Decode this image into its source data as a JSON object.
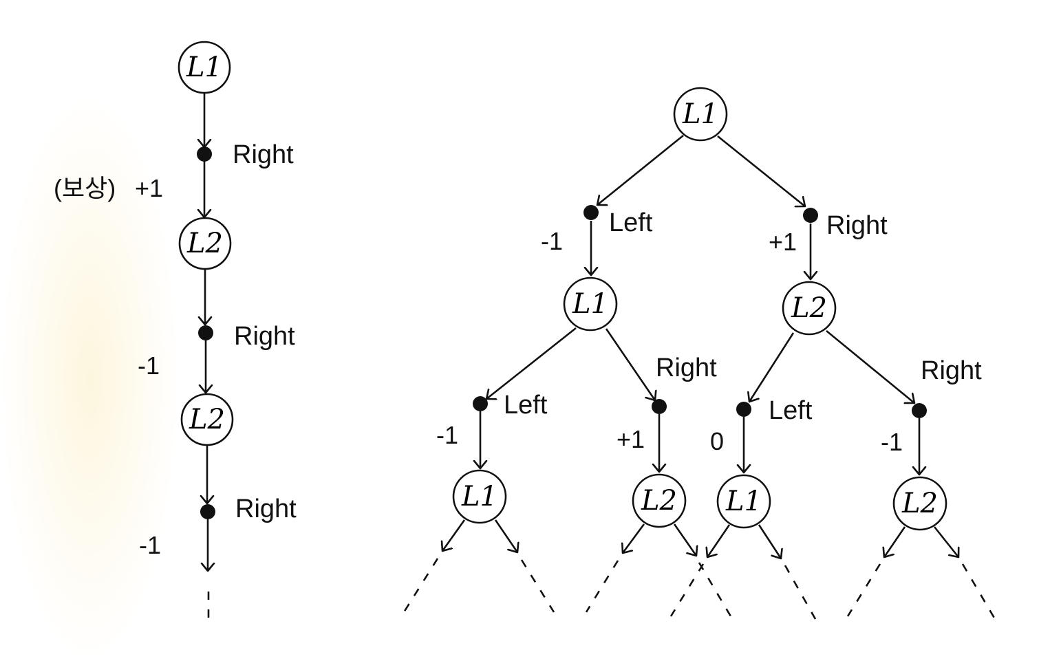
{
  "colors": {
    "ink": "#111111",
    "paper": "#ffffff",
    "warm_tint": "#fdf8e6"
  },
  "left_chain": {
    "reward_caption": "(보상)",
    "root": "L1",
    "steps": [
      {
        "action": "Right",
        "reward": "+1",
        "next_state": "L2"
      },
      {
        "action": "Right",
        "reward": "-1",
        "next_state": "L2"
      },
      {
        "action": "Right",
        "reward": "-1",
        "next_state": null
      }
    ]
  },
  "right_tree": {
    "root": "L1",
    "level1": [
      {
        "action": "Left",
        "reward": "-1",
        "state": "L1"
      },
      {
        "action": "Right",
        "reward": "+1",
        "state": "L2"
      }
    ],
    "level2": [
      {
        "action": "Left",
        "reward": "-1",
        "state": "L1"
      },
      {
        "action": "Right",
        "reward": "+1",
        "state": "L2"
      },
      {
        "action": "Left",
        "reward": "0",
        "state": "L1"
      },
      {
        "action": "Right",
        "reward": "-1",
        "state": "L2"
      }
    ]
  }
}
